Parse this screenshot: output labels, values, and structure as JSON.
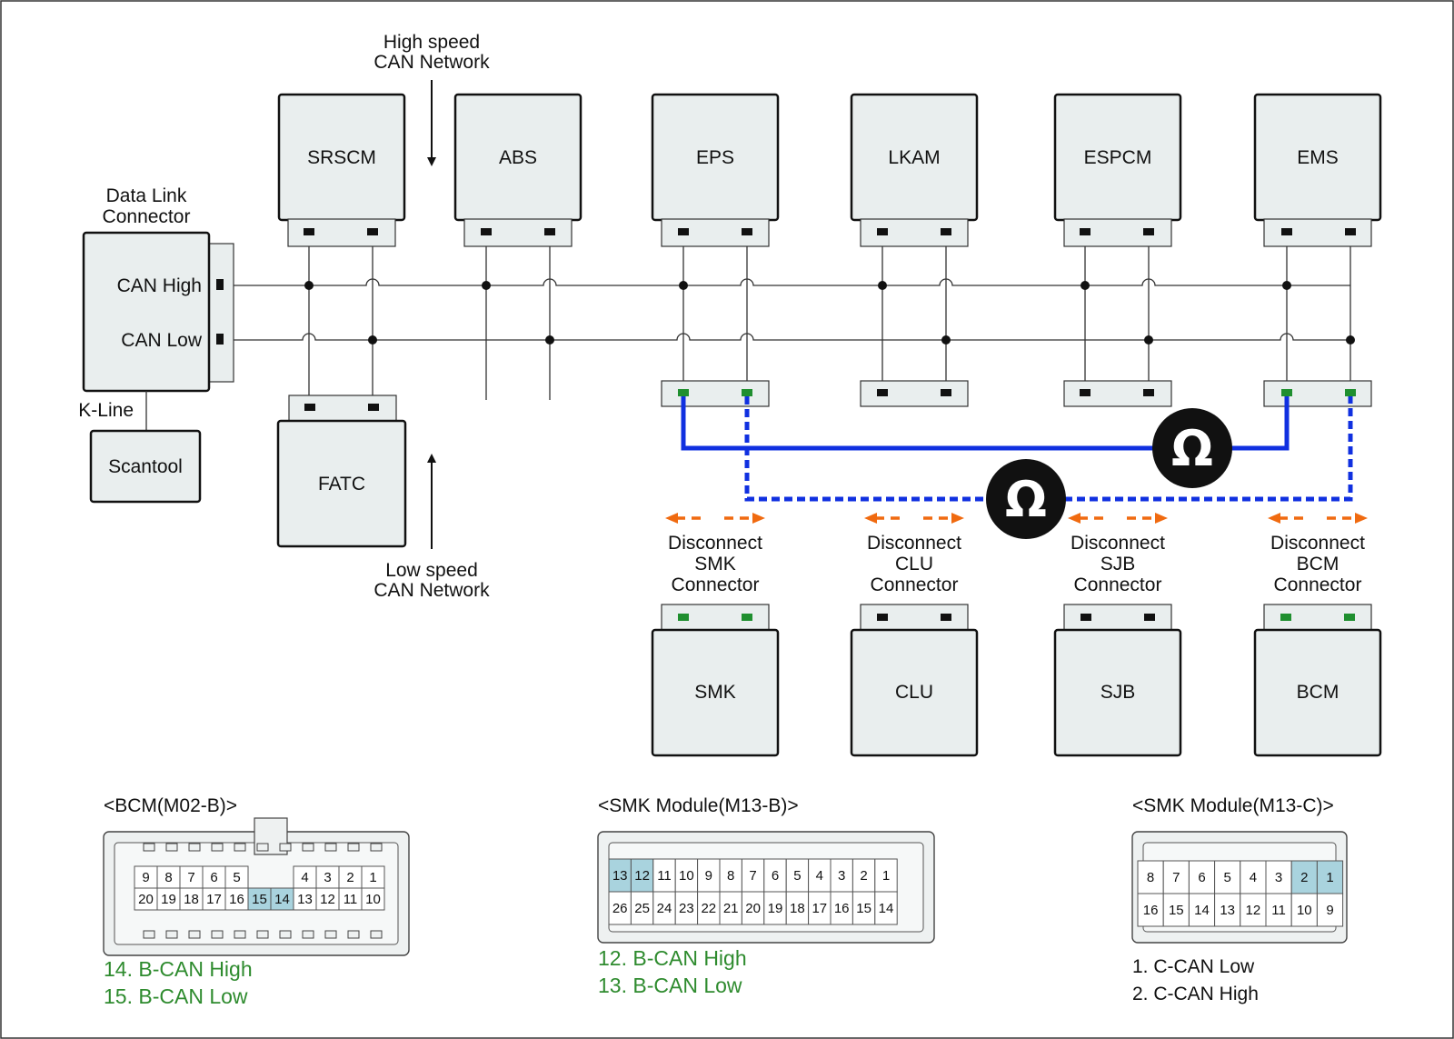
{
  "annotations": {
    "high_speed": [
      "High speed",
      "CAN Network"
    ],
    "low_speed": [
      "Low speed",
      "CAN Network"
    ],
    "dlc_title": [
      "Data Link",
      "Connector"
    ],
    "can_high": "CAN High",
    "can_low": "CAN Low",
    "k_line": "K-Line",
    "scantool": "Scantool"
  },
  "modules_top": [
    "SRSCM",
    "ABS",
    "EPS",
    "LKAM",
    "ESPCM",
    "EMS"
  ],
  "module_bottom_left": "FATC",
  "modules_bottom": [
    "SMK",
    "CLU",
    "SJB",
    "BCM"
  ],
  "disconnect_labels": [
    [
      "Disconnect",
      "SMK",
      "Connector"
    ],
    [
      "Disconnect",
      "CLU",
      "Connector"
    ],
    [
      "Disconnect",
      "SJB",
      "Connector"
    ],
    [
      "Disconnect",
      "BCM",
      "Connector"
    ]
  ],
  "ohm_symbol": "Ω",
  "colors": {
    "wire_blue": "#1030e0",
    "arrow_orange": "#f06a10",
    "note_green": "#2e8b2e",
    "pin_highlight": "#a9d3de"
  },
  "pinouts": {
    "bcm": {
      "title": "<BCM(M02-B)>",
      "row1": [
        "9",
        "8",
        "7",
        "6",
        "5",
        "",
        "",
        "4",
        "3",
        "2",
        "1"
      ],
      "row2": [
        "20",
        "19",
        "18",
        "17",
        "16",
        "15",
        "14",
        "13",
        "12",
        "11",
        "10"
      ],
      "highlight": [
        "15",
        "14"
      ],
      "notes": [
        "14. B-CAN High",
        "15. B-CAN Low"
      ]
    },
    "smk_b": {
      "title": "<SMK Module(M13-B)>",
      "row1": [
        "13",
        "12",
        "11",
        "10",
        "9",
        "8",
        "7",
        "6",
        "5",
        "4",
        "3",
        "2",
        "1"
      ],
      "row2": [
        "26",
        "25",
        "24",
        "23",
        "22",
        "21",
        "20",
        "19",
        "18",
        "17",
        "16",
        "15",
        "14"
      ],
      "highlight": [
        "13",
        "12"
      ],
      "notes": [
        "12. B-CAN High",
        "13. B-CAN Low"
      ]
    },
    "smk_c": {
      "title": "<SMK Module(M13-C)>",
      "row1": [
        "8",
        "7",
        "6",
        "5",
        "4",
        "3",
        "2",
        "1"
      ],
      "row2": [
        "16",
        "15",
        "14",
        "13",
        "12",
        "11",
        "10",
        "9"
      ],
      "highlight": [
        "2",
        "1"
      ],
      "notes": [
        "1. C-CAN Low",
        "2. C-CAN High"
      ]
    }
  }
}
